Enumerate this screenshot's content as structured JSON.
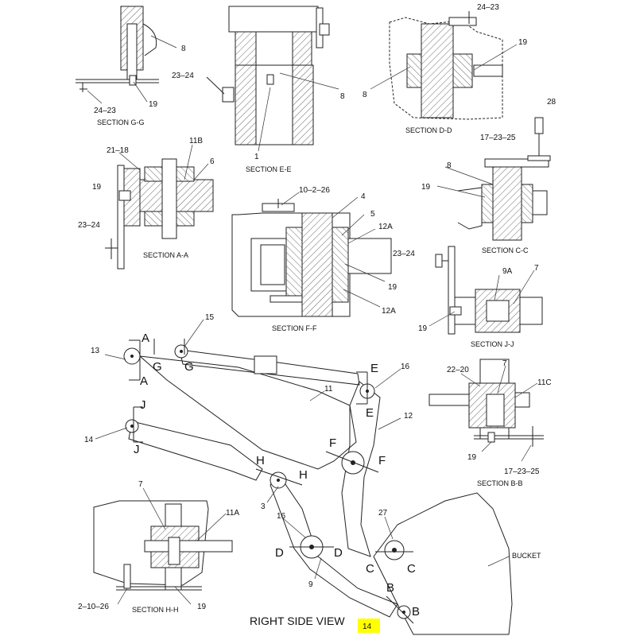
{
  "labels": {
    "gg_8": "8",
    "gg_19": "19",
    "gg_2423": "24–23",
    "gg_title": "SECTION G-G",
    "ee_2324": "23–24",
    "ee_8": "8",
    "ee_1": "1",
    "ee_title": "SECTION E-E",
    "dd_2423": "24–23",
    "dd_19": "19",
    "dd_8": "8",
    "dd_title": "SECTION D-D",
    "cc_28": "28",
    "cc_172325": "17–23–25",
    "cc_8": "8",
    "cc_19": "19",
    "cc_title": "SECTION C-C",
    "aa_2118": "21–18",
    "aa_11b": "11B",
    "aa_6": "6",
    "aa_19": "19",
    "aa_2324": "23–24",
    "aa_title": "SECTION A-A",
    "ff_10226": "10–2–26",
    "ff_4": "4",
    "ff_5": "5",
    "ff_12a1": "12A",
    "ff_19": "19",
    "ff_12a2": "12A",
    "ff_title": "SECTION F-F",
    "jj_2324": "23–24",
    "jj_9a": "9A",
    "jj_7": "7",
    "jj_19": "19",
    "jj_title": "SECTION J-J",
    "bb_2220": "22–20",
    "bb_7": "7",
    "bb_11c": "11C",
    "bb_19": "19",
    "bb_172325": "17–23–25",
    "bb_title": "SECTION B-B",
    "hh_7": "7",
    "hh_11a": "11A",
    "hh_21026": "2–10–26",
    "hh_19": "19",
    "hh_title": "SECTION H-H",
    "m_15": "15",
    "m_13": "13",
    "m_16a": "16",
    "m_11": "11",
    "m_12": "12",
    "m_14": "14",
    "m_3": "3",
    "m_16b": "16",
    "m_27": "27",
    "m_9": "9",
    "m_bucket": "BUCKET",
    "cut_a1": "A",
    "cut_a2": "A",
    "cut_g1": "G",
    "cut_g2": "G",
    "cut_e1": "E",
    "cut_e2": "E",
    "cut_j1": "J",
    "cut_j2": "J",
    "cut_h1": "H",
    "cut_h2": "H",
    "cut_f1": "F",
    "cut_f2": "F",
    "cut_d1": "D",
    "cut_d2": "D",
    "cut_c1": "C",
    "cut_c2": "C",
    "cut_b1": "B",
    "cut_b2": "B",
    "view_title": "RIGHT SIDE VIEW",
    "page_number": "14"
  },
  "colors": {
    "highlight": "#ffff00",
    "line": "#222222"
  }
}
